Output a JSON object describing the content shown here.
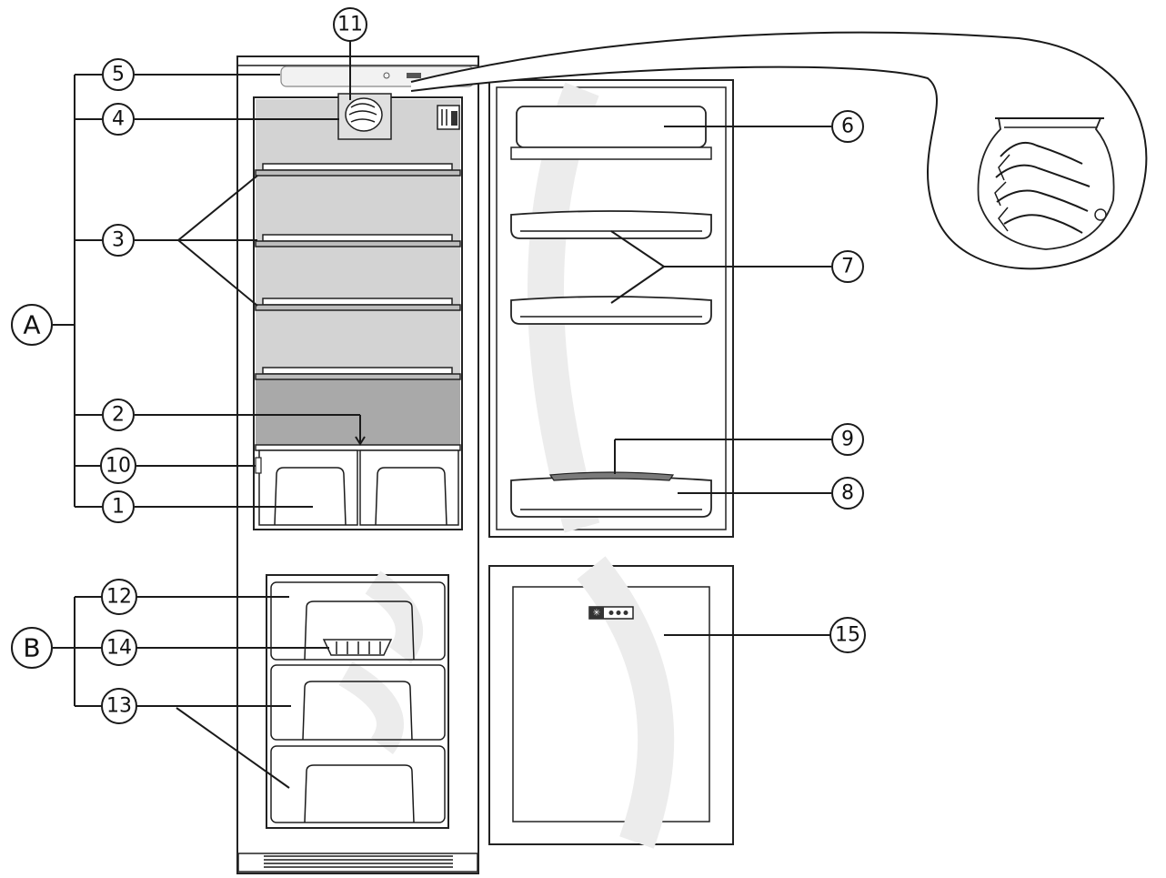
{
  "callouts": [
    {
      "id": "1",
      "label": "1"
    },
    {
      "id": "2",
      "label": "2"
    },
    {
      "id": "3",
      "label": "3"
    },
    {
      "id": "4",
      "label": "4"
    },
    {
      "id": "5",
      "label": "5"
    },
    {
      "id": "6",
      "label": "6"
    },
    {
      "id": "7",
      "label": "7"
    },
    {
      "id": "8",
      "label": "8"
    },
    {
      "id": "9",
      "label": "9"
    },
    {
      "id": "10",
      "label": "10"
    },
    {
      "id": "11",
      "label": "11"
    },
    {
      "id": "12",
      "label": "12"
    },
    {
      "id": "13",
      "label": "13"
    },
    {
      "id": "14",
      "label": "14"
    },
    {
      "id": "15",
      "label": "15"
    }
  ],
  "groups": [
    {
      "id": "A",
      "label": "A"
    },
    {
      "id": "B",
      "label": "B"
    }
  ],
  "colors": {
    "shelf_zone": "#d3d3d3",
    "shelf_zone_dark": "#bdbdbd",
    "crisper_zone": "#a9a9a9",
    "door_swoosh": "#e8e8e8",
    "outline": "#222222"
  }
}
